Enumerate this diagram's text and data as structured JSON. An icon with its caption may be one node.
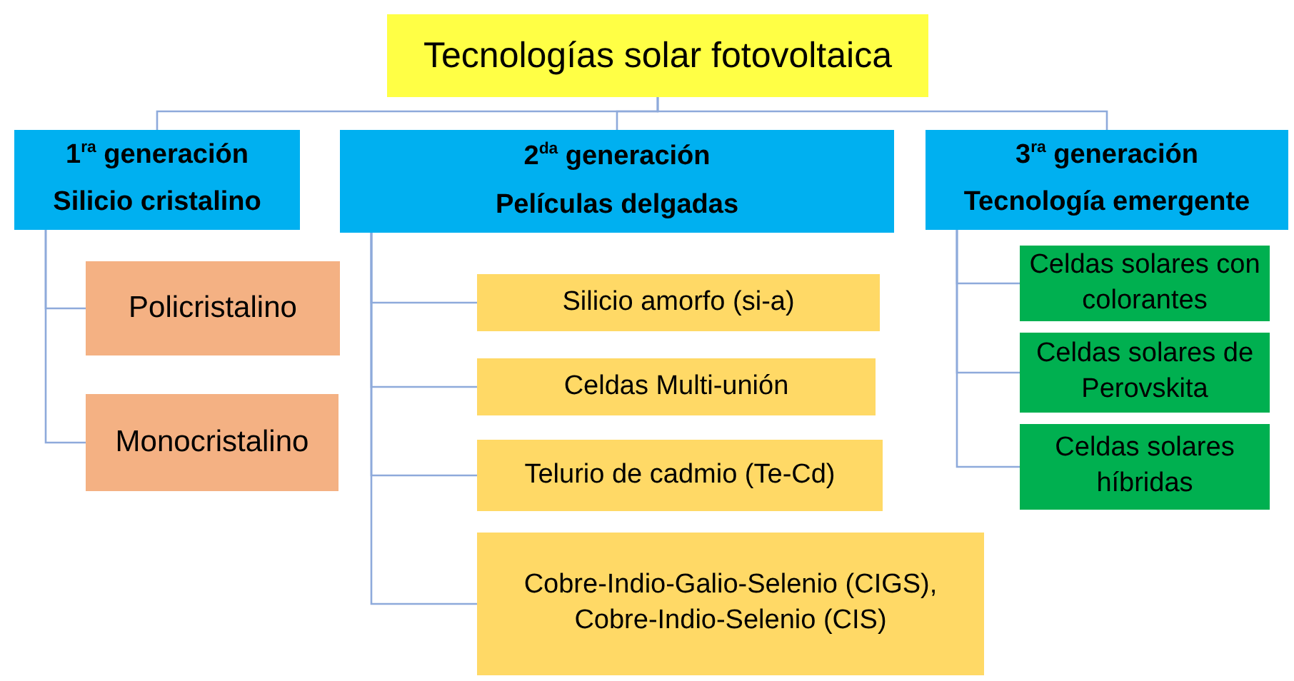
{
  "diagram": {
    "nodes": [
      {
        "text": [
          "Tecnologías solar fotovoltaica"
        ]
      },
      {
        "text": [
          "1$^{ra}$ generación",
          "Silicio cristalino"
        ]
      },
      {
        "text": [
          "2$^{da}$ generación",
          "Películas delgadas"
        ]
      },
      {
        "text": [
          "3$^{ra}$ generación",
          "Tecnología emergente"
        ]
      },
      {
        "text": [
          "Policristalino"
        ]
      },
      {
        "text": [
          "Monocristalino"
        ]
      },
      {
        "text": [
          "Silicio amorfo (si-a)"
        ]
      },
      {
        "text": [
          "Celdas Multi-unión"
        ]
      },
      {
        "text": [
          "Telurio de cadmio (Te-Cd)"
        ]
      },
      {
        "text": [
          "Cobre-Indio-Galio-Selenio (CIGS), Cobre-Indio-Selenio (CIS)"
        ]
      },
      {
        "text": [
          "Celdas solares con colorantes"
        ]
      },
      {
        "text": [
          "Celdas solares de Perovskita"
        ]
      },
      {
        "text": [
          "Celdas solares híbridas"
        ]
      }
    ],
    "edges": [
      {
        "from": 0,
        "to": 1,
        "arrow": "none"
      },
      {
        "from": 0,
        "to": 2,
        "arrow": "none"
      },
      {
        "from": 0,
        "to": 3,
        "arrow": "none"
      },
      {
        "from": 1,
        "to": 4,
        "arrow": "none"
      },
      {
        "from": 1,
        "to": 5,
        "arrow": "none"
      },
      {
        "from": 2,
        "to": 6,
        "arrow": "none"
      },
      {
        "from": 2,
        "to": 7,
        "arrow": "none"
      },
      {
        "from": 2,
        "to": 8,
        "arrow": "none"
      },
      {
        "from": 2,
        "to": 9,
        "arrow": "none"
      },
      {
        "from": 3,
        "to": 10,
        "arrow": "none"
      },
      {
        "from": 3,
        "to": 11,
        "arrow": "none"
      },
      {
        "from": 3,
        "to": 12,
        "arrow": "none"
      }
    ]
  }
}
